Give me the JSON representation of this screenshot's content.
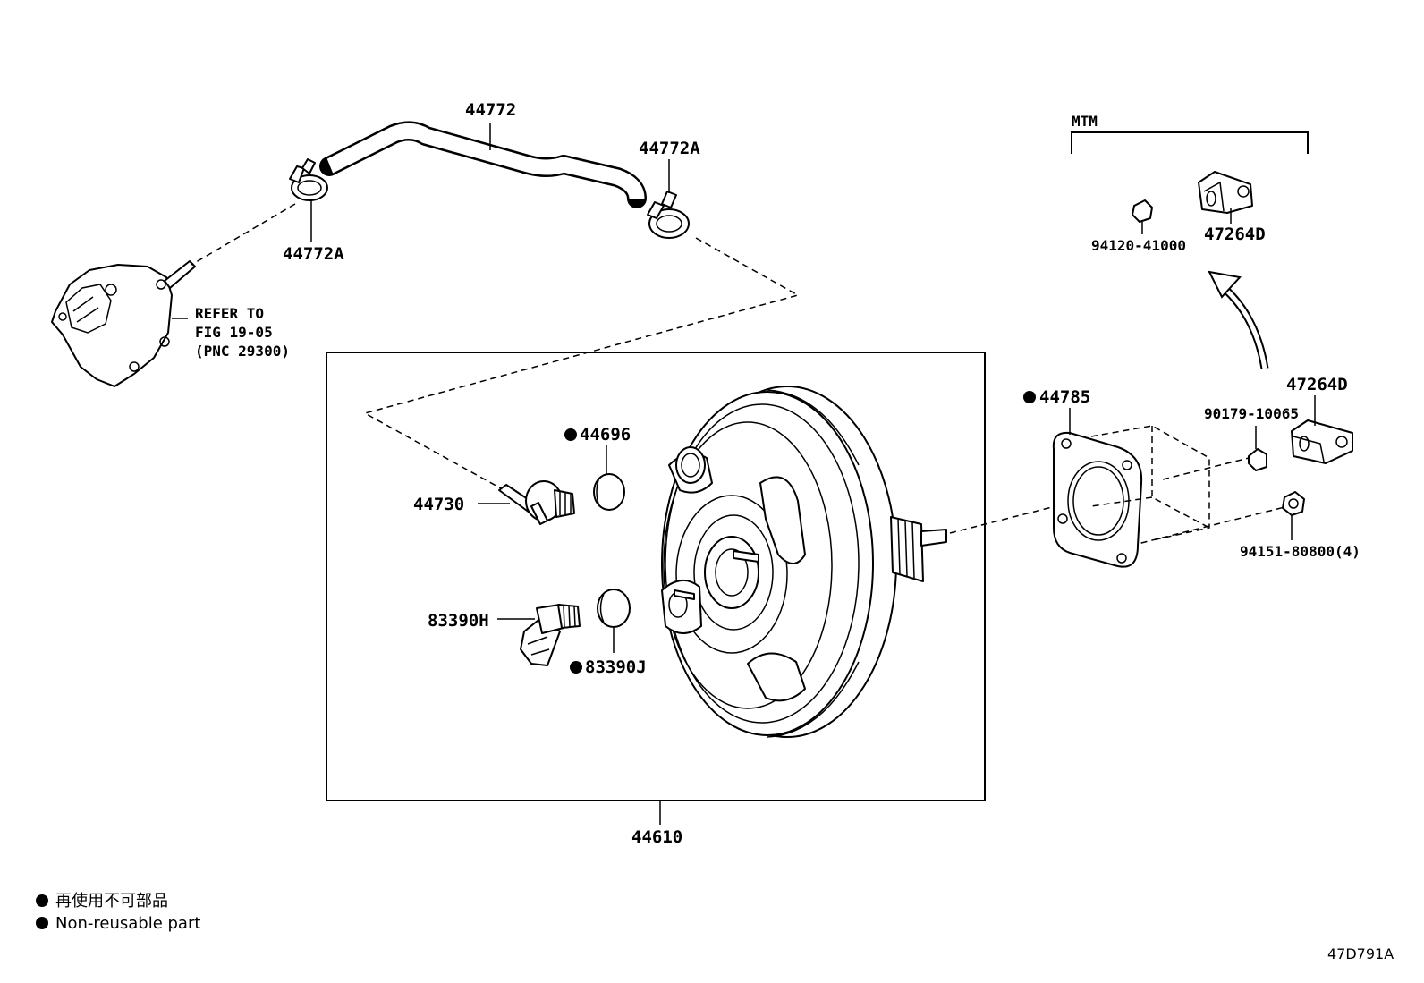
{
  "labels": {
    "hose": "44772",
    "clamp_left": "44772A",
    "clamp_right": "44772A",
    "refer_line1": "REFER TO",
    "refer_line2": "FIG 19-05",
    "refer_line3": "(PNC 29300)",
    "grommet": "44696",
    "check_valve": "44730",
    "sensor": "83390H",
    "sensor_grommet": "83390J",
    "booster_assy": "44610",
    "gasket": "44785",
    "mtm": "MTM",
    "nut_mtm": "94120-41000",
    "bracket_mtm": "47264D",
    "bracket": "47264D",
    "nut_bracket": "90179-10065",
    "nut_mount": "94151-80800(4)"
  },
  "legend": {
    "line_jp": "再使用不可部品",
    "line_en": "Non-reusable part"
  },
  "figure_code": "47D791A"
}
